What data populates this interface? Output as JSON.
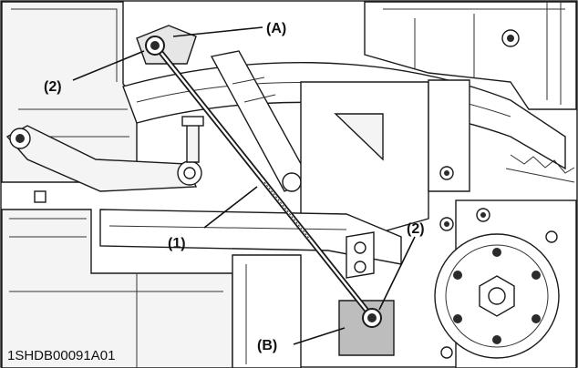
{
  "callouts": {
    "A": "(A)",
    "B": "(B)",
    "one": "(1)",
    "two_top": "(2)",
    "two_bottom": "(2)"
  },
  "figure_code": "1SHDB00091A01",
  "colors": {
    "line": "#1a1a1a",
    "bracket_fill": "#bdbdbd",
    "background": "#ffffff"
  }
}
